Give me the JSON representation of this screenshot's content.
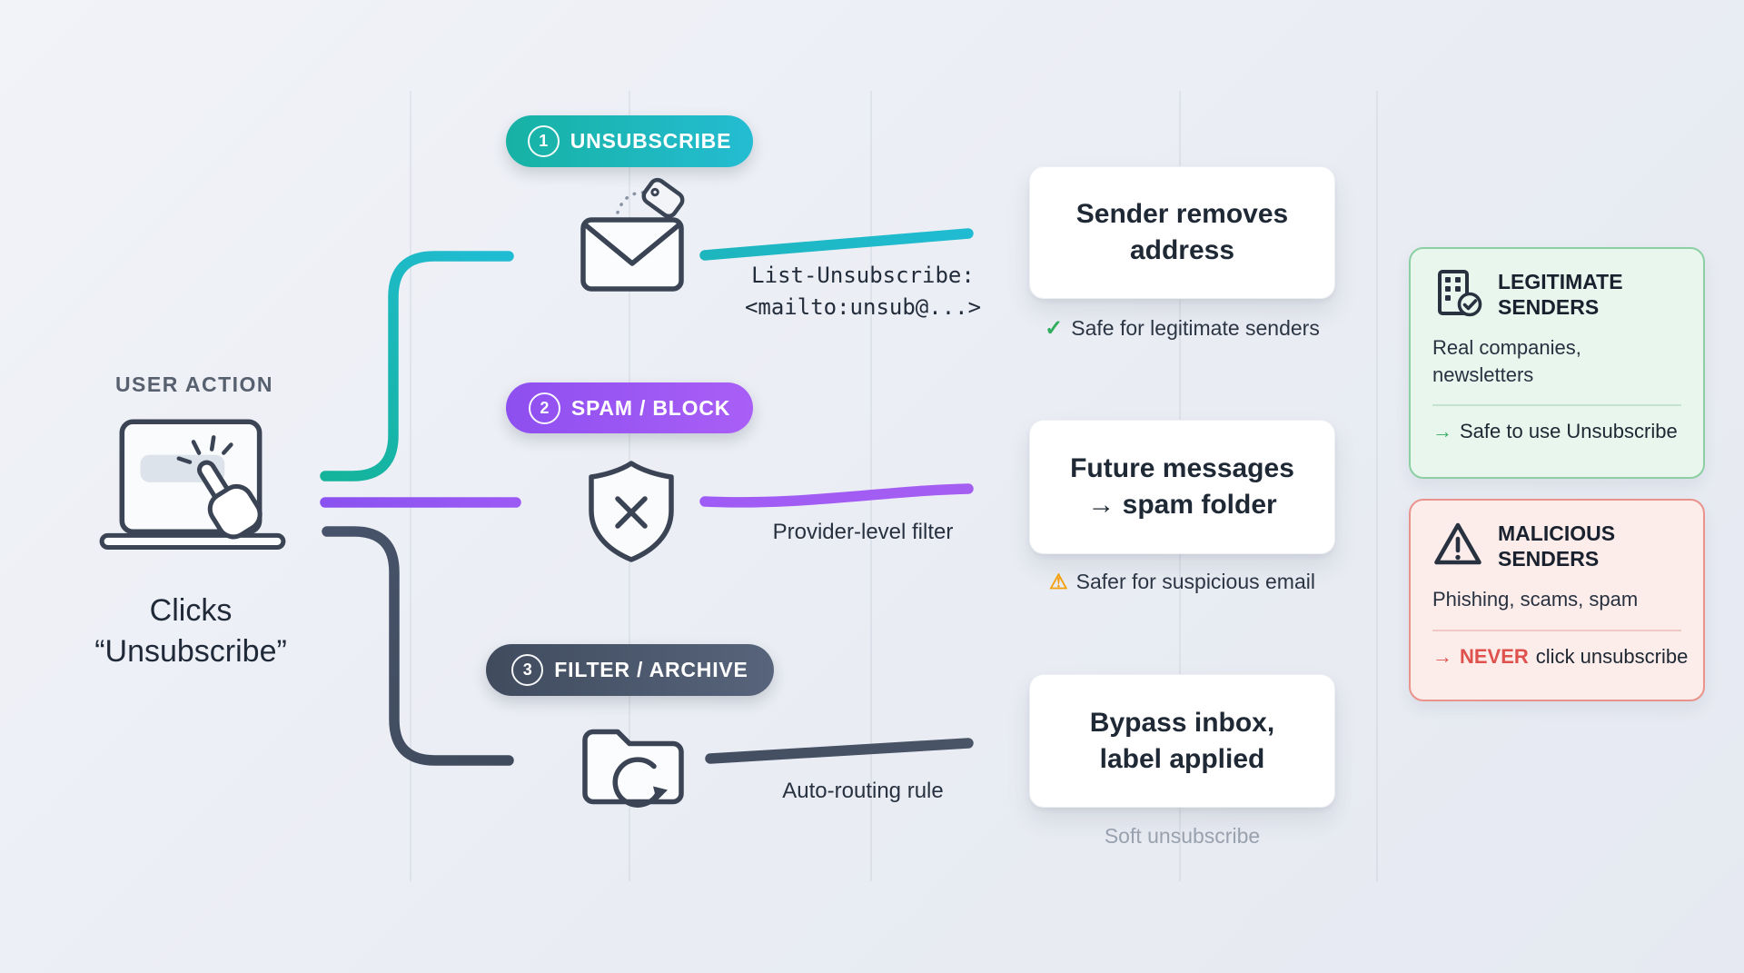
{
  "palette": {
    "background": "#edeff4",
    "teal": "#17b2a4",
    "teal_light": "#24bcd2",
    "purple": "#8e4ff0",
    "purple_light": "#a95ff6",
    "slate": "#404b5e",
    "slate_light": "#57647b",
    "green_accent": "#2fae5d",
    "orange_accent": "#f59e0b",
    "red_accent": "#df514c",
    "card_white": "#ffffff",
    "legit_bg": "#e9f6ee",
    "legit_border": "#8ccfa3",
    "malicious_bg": "#fcecea",
    "malicious_border": "#e9938c",
    "icon_stroke": "#3a4454"
  },
  "user_action": {
    "label": "USER ACTION",
    "caption_line1": "Clicks",
    "caption_line2": "“Unsubscribe”"
  },
  "branches": [
    {
      "number": "1",
      "badge": "UNSUBSCRIBE",
      "code_line1": "List-Unsubscribe:",
      "code_line2": "<mailto:unsub@...>",
      "card_line1": "Sender removes",
      "card_line2": "address",
      "note_icon": "✓",
      "note": "Safe for legitimate senders"
    },
    {
      "number": "2",
      "badge": "SPAM / BLOCK",
      "arrow_label": "Provider-level filter",
      "card_line1": "Future messages",
      "card_line2": "→ spam folder",
      "note_icon": "⚠",
      "note": "Safer for suspicious email"
    },
    {
      "number": "3",
      "badge": "FILTER / ARCHIVE",
      "arrow_label": "Auto-routing rule",
      "card_line1": "Bypass inbox,",
      "card_line2": "label applied",
      "footnote": "Soft unsubscribe"
    }
  ],
  "side_panels": {
    "legitimate": {
      "title_line1": "LEGITIMATE",
      "title_line2": "SENDERS",
      "body": "Real companies, newsletters",
      "action_arrow": "→",
      "action_text": "Safe to use Unsubscribe"
    },
    "malicious": {
      "title_line1": "MALICIOUS",
      "title_line2": "SENDERS",
      "body": "Phishing, scams, spam",
      "action_arrow": "→",
      "action_strong": "NEVER",
      "action_text": "click unsubscribe"
    }
  }
}
